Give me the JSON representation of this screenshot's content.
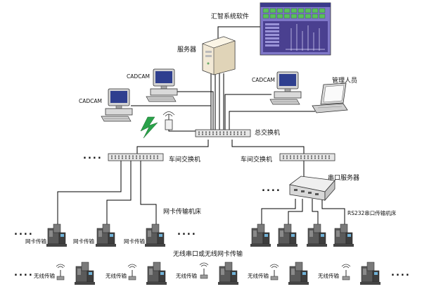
{
  "labels": {
    "software": "汇智系统软件",
    "server": "服务器",
    "cadcam_1": "CADCAM",
    "cadcam_2": "CADCAM",
    "cadcam_3": "CADCAM",
    "manager": "管理人员",
    "core_switch": "总交换机",
    "workshop_switch_left": "车间交换机",
    "workshop_switch_right": "车间交换机",
    "serial_server": "串口服务器",
    "nic_machine": "网卡传输机床",
    "rs232_machine": "RS232串口传输机床",
    "nic_transfer_1": "网卡传输",
    "nic_transfer_2": "网卡传输",
    "nic_transfer_3": "网卡传输",
    "wireless_title": "无线串口或无线网卡传输",
    "wireless_1": "无线传输",
    "wireless_2": "无线传输",
    "wireless_3": "无线传输",
    "wireless_4": "无线传输",
    "wireless_5": "无线传输"
  },
  "ellipsis": "....",
  "colors": {
    "line": "#000000",
    "device_gray": "#c9c9c9",
    "device_dark": "#555555",
    "screen_blue": "#3c4fa0",
    "software_purple": "#7f77c8",
    "switch_fill": "#e6e6e6",
    "lightning": "#2aa24a"
  }
}
